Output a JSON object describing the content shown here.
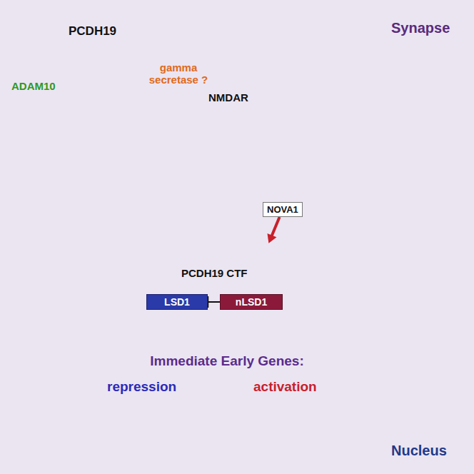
{
  "diagram": {
    "nodes": [
      {
        "text": [
          "Immediate Early Genes:",
          "repression",
          "activation"
        ]
      },
      {
        "text": [
          "LSD1"
        ],
        "in": 0
      },
      {
        "text": [
          "nLSD1"
        ],
        "in": 0
      },
      {
        "text": [
          "NOVA1"
        ]
      }
    ],
    "edges": [
      {
        "from": 2,
        "to": 1,
        "arrow": "to"
      },
      {
        "from": 3,
        "to": 0,
        "arrow": "to"
      }
    ],
    "labels": [
      "Synapse",
      "PCDH19",
      "ADAM10",
      "gamma secretase ?",
      "NMDAR",
      "PCDH19 CTF",
      "Nucleus"
    ]
  }
}
